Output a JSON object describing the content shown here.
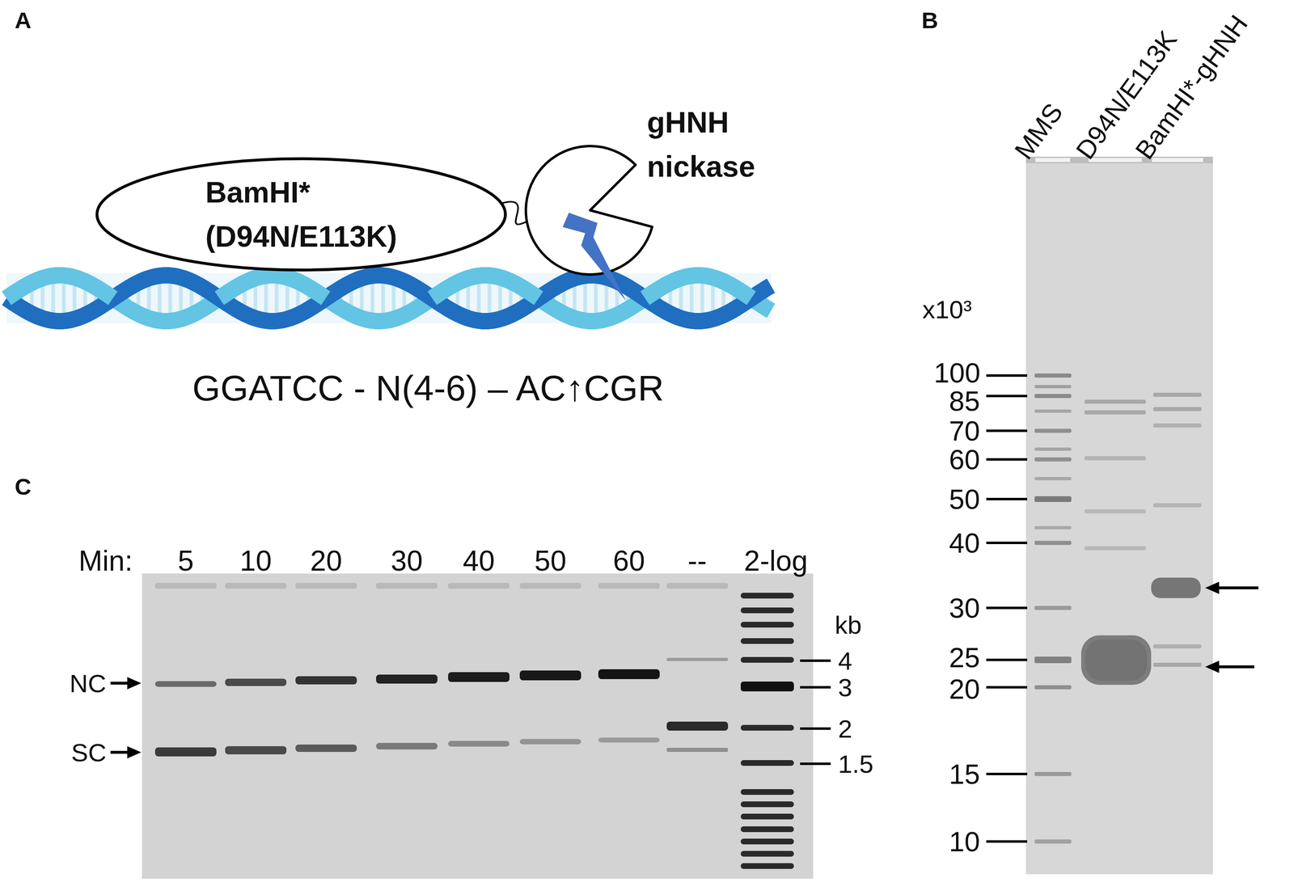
{
  "diagram": {
    "nodes": [
      {
        "text": [
          "BamHI* (D94N/E113K)"
        ]
      },
      {
        "text": [
          "gHNH nickase"
        ]
      }
    ],
    "edges": [
      {
        "from": 0,
        "to": 1,
        "arrow": "none"
      }
    ],
    "labels": [
      "A",
      "GGATCC - N(4-6) – AC↑CGR",
      "B",
      "MMS",
      "D94N/E113K",
      "BamHI*-gHNH",
      "x10³",
      "100",
      "85",
      "70",
      "60",
      "50",
      "40",
      "30",
      "25",
      "20",
      "15",
      "10",
      "C",
      "Min:",
      "5",
      "10",
      "20",
      "30",
      "40",
      "50",
      "60",
      "--",
      "2-log",
      "kb",
      "NC",
      "SC",
      "4",
      "3",
      "2",
      "1.5"
    ]
  }
}
